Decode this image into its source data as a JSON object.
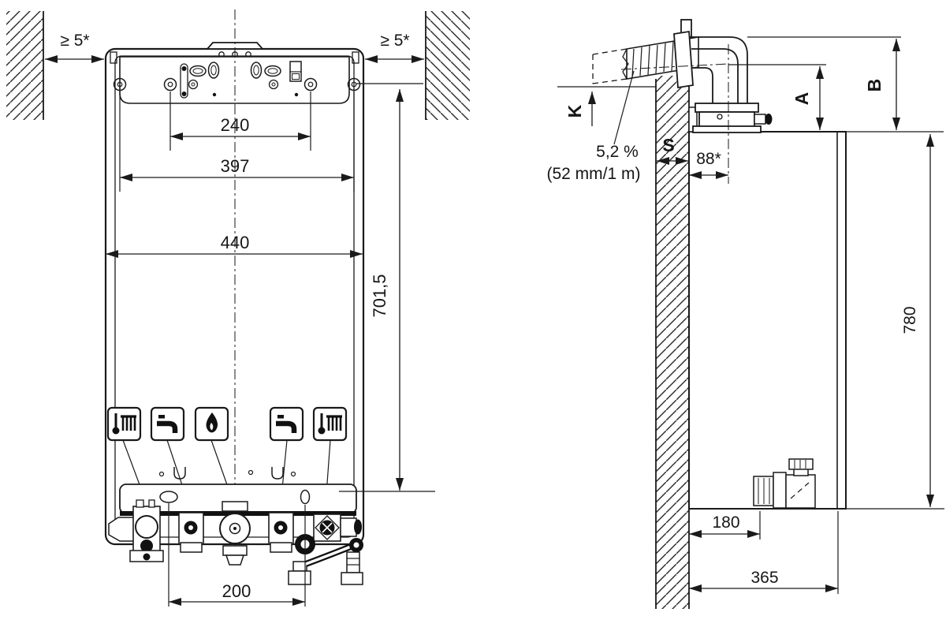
{
  "diagram_title": "wall-hung-boiler-installation-dimensions",
  "colors": {
    "line": "#1a1a1a",
    "background": "#ffffff",
    "fill_dark": "#111111"
  },
  "front_view": {
    "clearance_left_label": "≥ 5*",
    "clearance_right_label": "≥ 5*",
    "dim_anchor_holes_inner": "240",
    "dim_anchor_holes_outer": "397",
    "dim_overall_width": "440",
    "dim_overall_height": "701,5",
    "dim_service_connections": "200",
    "connection_icons": [
      {
        "name": "heating-flow-icon",
        "symbol": "thermometer-radiator"
      },
      {
        "name": "hot-water-tap-icon",
        "symbol": "tap"
      },
      {
        "name": "gas-flame-icon",
        "symbol": "flame"
      },
      {
        "name": "cold-water-tap-icon",
        "symbol": "tap"
      },
      {
        "name": "heating-return-icon",
        "symbol": "thermometer-radiator"
      }
    ]
  },
  "side_view": {
    "dim_flue_drop": "K",
    "flue_slope": "5,2 %",
    "flue_slope_note": "(52 mm/1 m)",
    "dim_wall_thickness": "S",
    "dim_flue_axis_to_wall": "88*",
    "dim_a": "A",
    "dim_b": "B",
    "dim_overall_height": "780",
    "dim_condensate_offset": "180",
    "dim_overall_depth": "365"
  }
}
